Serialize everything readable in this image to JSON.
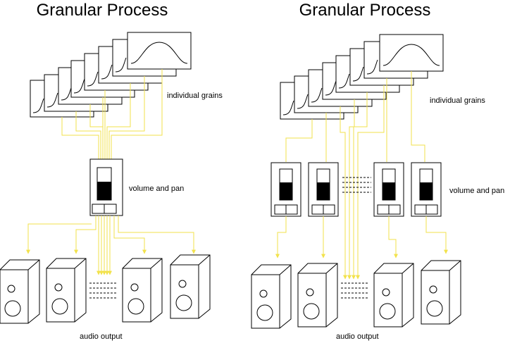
{
  "left_panel": {
    "title": "Granular Process",
    "grains_label": "individual grains",
    "mixer_label": "volume and pan",
    "output_label": "audio output"
  },
  "right_panel": {
    "title": "Granular Process",
    "grains_label": "individual grains",
    "mixer_label": "volume and pan",
    "output_label": "audio output"
  },
  "colors": {
    "wire": "#f2e24b",
    "ink": "#000000",
    "background": "#ffffff"
  }
}
